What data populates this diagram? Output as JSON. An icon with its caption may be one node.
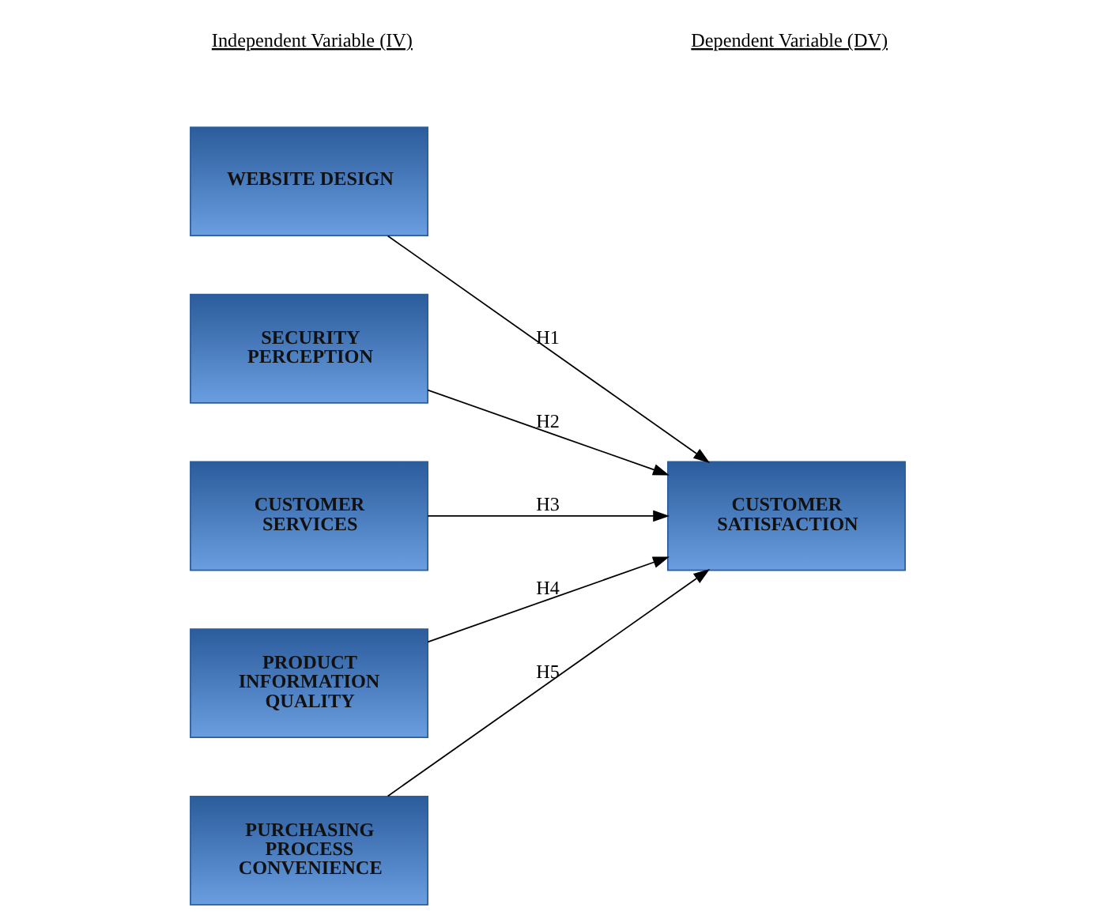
{
  "diagram": {
    "nodes": [
      {
        "text": [
          "WEBSITE DESIGN"
        ]
      },
      {
        "text": [
          "SECURITY PERCEPTION"
        ]
      },
      {
        "text": [
          "CUSTOMER SERVICES"
        ]
      },
      {
        "text": [
          "PRODUCT INFORMATION QUALITY"
        ]
      },
      {
        "text": [
          "PURCHASING PROCESS CONVENIENCE"
        ]
      },
      {
        "text": [
          "CUSTOMER SATISFACTION"
        ]
      }
    ],
    "edges": [
      {
        "from": 0,
        "to": 5,
        "arrow": "to",
        "label": "H1"
      },
      {
        "from": 1,
        "to": 5,
        "arrow": "to",
        "label": "H2"
      },
      {
        "from": 2,
        "to": 5,
        "arrow": "to",
        "label": "H3"
      },
      {
        "from": 3,
        "to": 5,
        "arrow": "to",
        "label": "H4"
      },
      {
        "from": 4,
        "to": 5,
        "arrow": "to",
        "label": "H5"
      }
    ],
    "labels": [
      "Independent Variable (IV)",
      "Dependent Variable (DV)"
    ]
  }
}
